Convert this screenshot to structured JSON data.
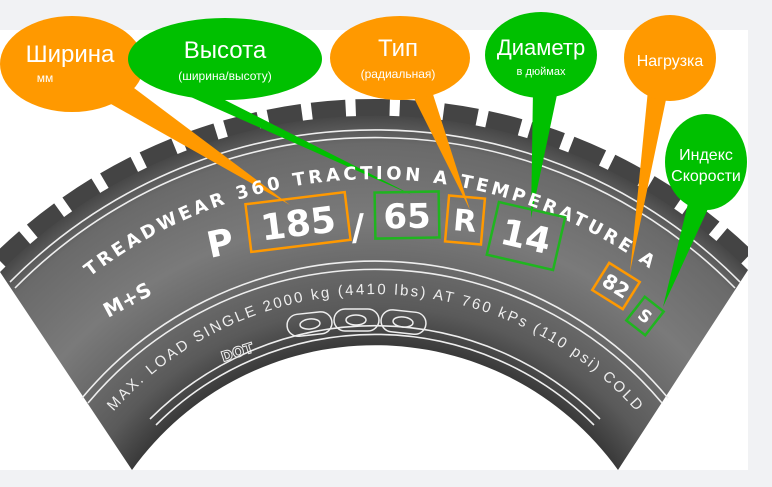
{
  "callouts": {
    "width": {
      "title": "Ширина",
      "subtitle": "мм",
      "color": "#ff9900"
    },
    "height": {
      "title": "Высота",
      "subtitle": "(ширина/высоту)",
      "color": "#00c000"
    },
    "type": {
      "title": "Тип",
      "subtitle": "(радиальная)",
      "color": "#ff9900"
    },
    "diameter": {
      "title": "Диаметр",
      "subtitle": "в дюймах",
      "color": "#00c000"
    },
    "load": {
      "title": "Нагрузка",
      "color": "#ff9900"
    },
    "speed": {
      "title": "Индекс",
      "subtitle": "Скорости",
      "color": "#00c000"
    }
  },
  "tire": {
    "top_line": "TREADWEAR 360   TRACTION A   TEMPERATURE A",
    "prefix": "P",
    "width": "185",
    "slash": "/",
    "aspect": "65",
    "construction": "R",
    "rim": "14",
    "load_index": "82",
    "speed_index": "S",
    "ms": "M+S",
    "load_line": "MAX. LOAD SINGLE  2000  kg  (4410 lbs)  AT 760 kPs  (110 psi) COLD",
    "dot": "DOT"
  }
}
